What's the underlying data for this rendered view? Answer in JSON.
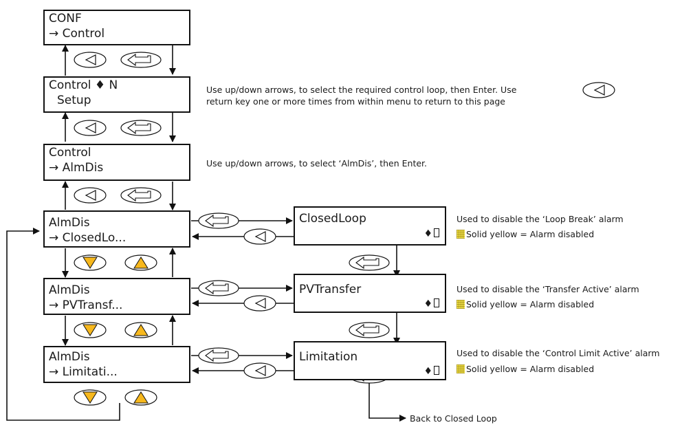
{
  "screens": {
    "conf": {
      "line1": "CONF",
      "line2": "→ Control"
    },
    "control_n": {
      "line1": "Control",
      "sym": "♦",
      "n": "N",
      "line2": "Setup"
    },
    "control_almdis": {
      "line1": "Control",
      "line2": "→ AlmDis"
    },
    "almdis_closed": {
      "line1": "AlmDis",
      "line2": "→ ClosedLo..."
    },
    "almdis_pv": {
      "line1": "AlmDis",
      "line2": "→ PVTransf..."
    },
    "almdis_lim": {
      "line1": "AlmDis",
      "line2": "→ Limitati..."
    },
    "closedloop": {
      "line1": "ClosedLoop",
      "toggle": "♦"
    },
    "pvtransfer": {
      "line1": "PVTransfer",
      "toggle": "♦"
    },
    "limitation": {
      "line1": "Limitation",
      "toggle": "♦"
    }
  },
  "notes": {
    "n1_line1": "Use up/down arrows, to select the required control loop, then Enter. Use",
    "n1_line2": "return key one or more times from within menu to return to this page",
    "n2": "Use up/down arrows, to select ‘AlmDis’, then Enter.",
    "closed_title": "Used to disable the ‘Loop Break’ alarm",
    "pv_title": "Used to disable the ‘Transfer Active’ alarm",
    "lim_title": "Used to disable the ‘Control Limit Active’ alarm",
    "disabled_legend": "Solid yellow = Alarm disabled",
    "back": "Back to Closed Loop"
  },
  "icons": {
    "return_key": "return-key-icon",
    "enter_key": "enter-key-icon",
    "down_key": "down-key-icon",
    "up_key": "up-key-icon"
  },
  "colors": {
    "key_yellow": "#f7b81d",
    "swatch_yellow": "#f2e24a",
    "line": "#111111"
  }
}
